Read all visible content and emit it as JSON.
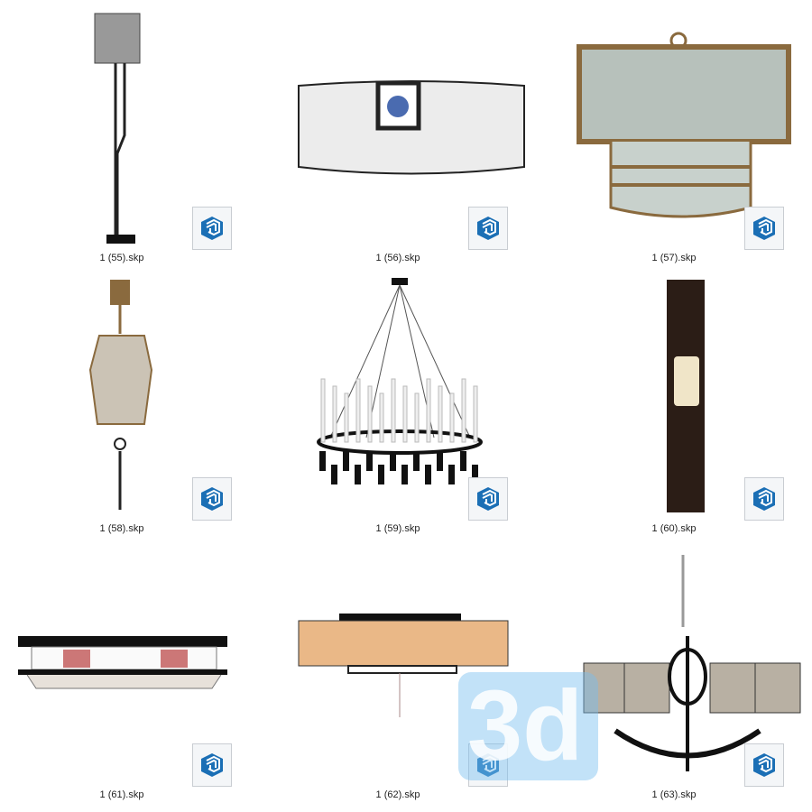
{
  "files": [
    {
      "name": "1 (55).skp",
      "icon": "sketchup-file-icon"
    },
    {
      "name": "1 (56).skp",
      "icon": "sketchup-file-icon"
    },
    {
      "name": "1 (57).skp",
      "icon": "sketchup-file-icon"
    },
    {
      "name": "1 (58).skp",
      "icon": "sketchup-file-icon"
    },
    {
      "name": "1 (59).skp",
      "icon": "sketchup-file-icon"
    },
    {
      "name": "1 (60).skp",
      "icon": "sketchup-file-icon"
    },
    {
      "name": "1 (61).skp",
      "icon": "sketchup-file-icon"
    },
    {
      "name": "1 (62).skp",
      "icon": "sketchup-file-icon"
    },
    {
      "name": "1 (63).skp",
      "icon": "sketchup-file-icon"
    }
  ],
  "watermark": "3d",
  "colors": {
    "sketchup_blue": "#1b6fb5",
    "accent_brown": "#8a6a3e"
  }
}
